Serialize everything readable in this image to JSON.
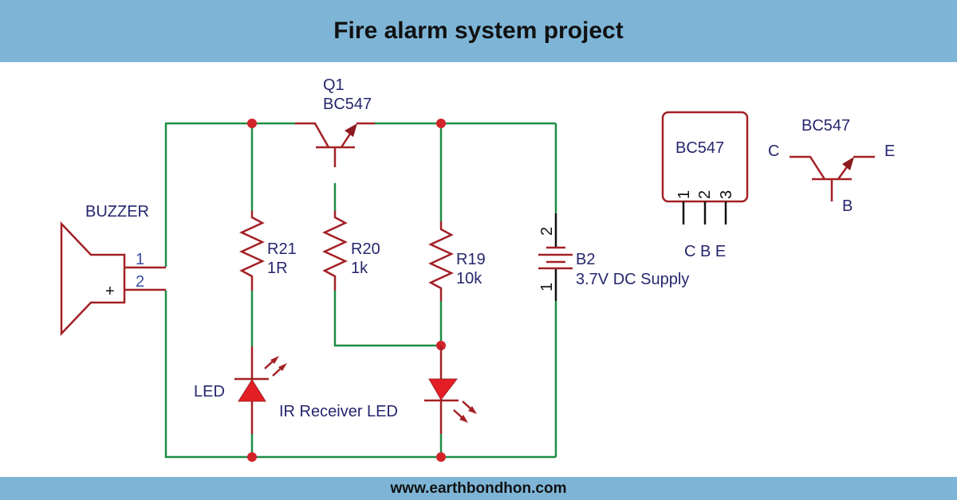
{
  "header": {
    "title": "Fire alarm system project"
  },
  "footer": {
    "url": "www.earthbondhon.com"
  },
  "colors": {
    "band": "#7eb5d7",
    "wire": "#1e8c45",
    "component": "#a32025",
    "node": "#d2232a",
    "label": "#26266e"
  },
  "components": {
    "buzzer": {
      "label": "BUZZER",
      "pin1": "1",
      "pin2": "2",
      "polarity": "+"
    },
    "q1": {
      "ref": "Q1",
      "part": "BC547"
    },
    "r21": {
      "ref": "R21",
      "value": "1R"
    },
    "r20": {
      "ref": "R20",
      "value": "1k"
    },
    "r19": {
      "ref": "R19",
      "value": "10k"
    },
    "battery": {
      "ref": "B2",
      "value": "3.7V DC Supply",
      "pin1": "1",
      "pin2": "2"
    },
    "led": {
      "label": "LED"
    },
    "ir_led": {
      "label": "IR Receiver LED"
    }
  },
  "pinout": {
    "package_label": "BC547",
    "package_pins": [
      "1",
      "2",
      "3"
    ],
    "package_pin_names": "C B E",
    "symbol_label": "BC547",
    "symbol_c": "C",
    "symbol_e": "E",
    "symbol_b": "B"
  }
}
